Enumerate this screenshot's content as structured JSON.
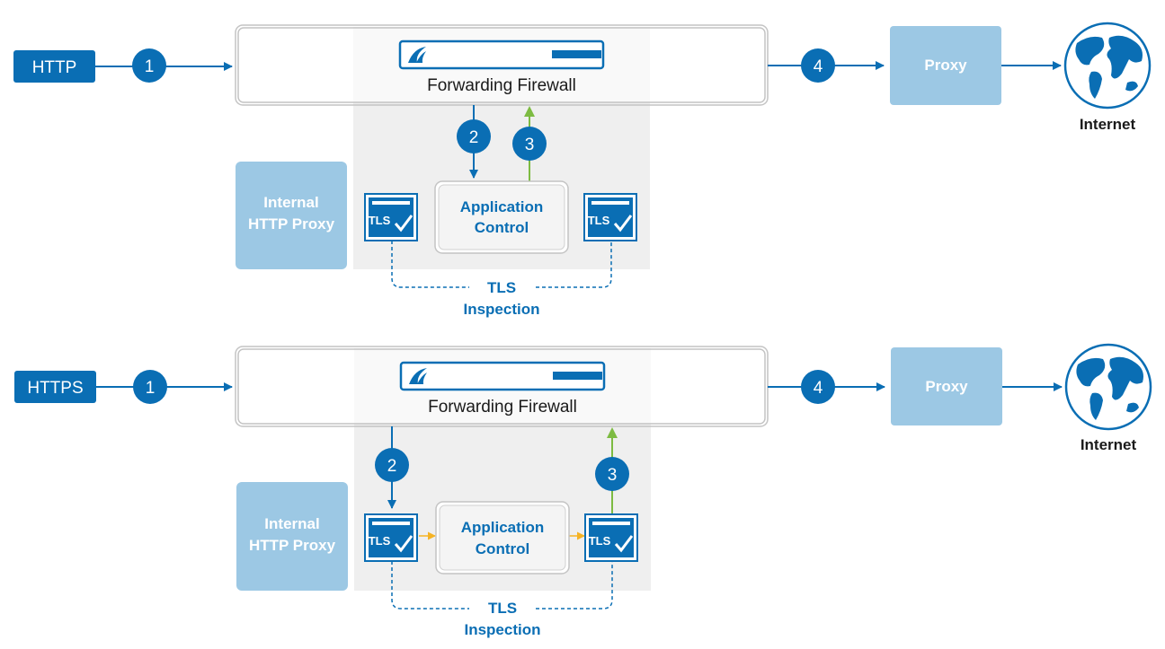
{
  "colors": {
    "primary_blue": "#0a6eb4",
    "light_blue": "#9cc8e4",
    "gray_panel": "#efefef",
    "green_arrow": "#7dbb42",
    "orange_arrow": "#f5b324"
  },
  "icons": {
    "firewall": "barracuda-firewall-appliance-icon",
    "tls": "tls-certificate-check-icon",
    "internet": "globe-icon"
  },
  "diagrams": [
    {
      "source_label": "HTTP",
      "firewall_label": "Forwarding Firewall",
      "proxy_label": "Proxy",
      "internet_label": "Internet",
      "internal_proxy_label": [
        "Internal",
        "HTTP Proxy"
      ],
      "app_control_label": [
        "Application",
        "Control"
      ],
      "tls_badge": "TLS",
      "tls_inspection_label": [
        "TLS",
        "Inspection"
      ],
      "steps": [
        "1",
        "2",
        "3",
        "4"
      ]
    },
    {
      "source_label": "HTTPS",
      "firewall_label": "Forwarding Firewall",
      "proxy_label": "Proxy",
      "internet_label": "Internet",
      "internal_proxy_label": [
        "Internal",
        "HTTP Proxy"
      ],
      "app_control_label": [
        "Application",
        "Control"
      ],
      "tls_badge": "TLS",
      "tls_inspection_label": [
        "TLS",
        "Inspection"
      ],
      "steps": [
        "1",
        "2",
        "3",
        "4"
      ]
    }
  ]
}
